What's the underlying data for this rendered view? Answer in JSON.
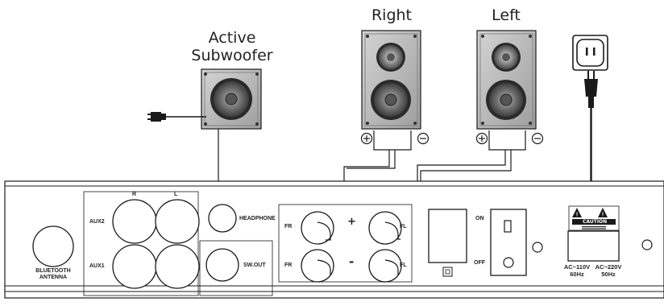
{
  "speakers": {
    "right_label": "Right",
    "left_label": "Left",
    "subwoofer_label_line1": "Active",
    "subwoofer_label_line2": "Subwoofer"
  },
  "panel": {
    "aux_r": "R",
    "aux_l": "L",
    "aux2": "AUX2",
    "aux1": "AUX1",
    "headphone": "HEADPHONE",
    "sw_out": "SW.OUT",
    "bluetooth_line1": "BLUETOOTH",
    "bluetooth_line2": "ANTENNA",
    "fr_top": "FR",
    "fr_bottom": "FR",
    "fl_top": "FL",
    "fl_bottom": "FL",
    "plus": "+",
    "minus": "-",
    "on": "ON",
    "off": "OFF",
    "power_on_symbol": "I",
    "caution_label": "CAUTION",
    "voltage_left_line1": "AC~110V",
    "voltage_left_line2": "60Hz",
    "voltage_right_line1": "AC~220V",
    "voltage_right_line2": "50Hz"
  },
  "colors": {
    "line": "#1a1a1a",
    "speaker_fill": "#bdbdbd",
    "cone_fill": "#6b6b6b"
  }
}
